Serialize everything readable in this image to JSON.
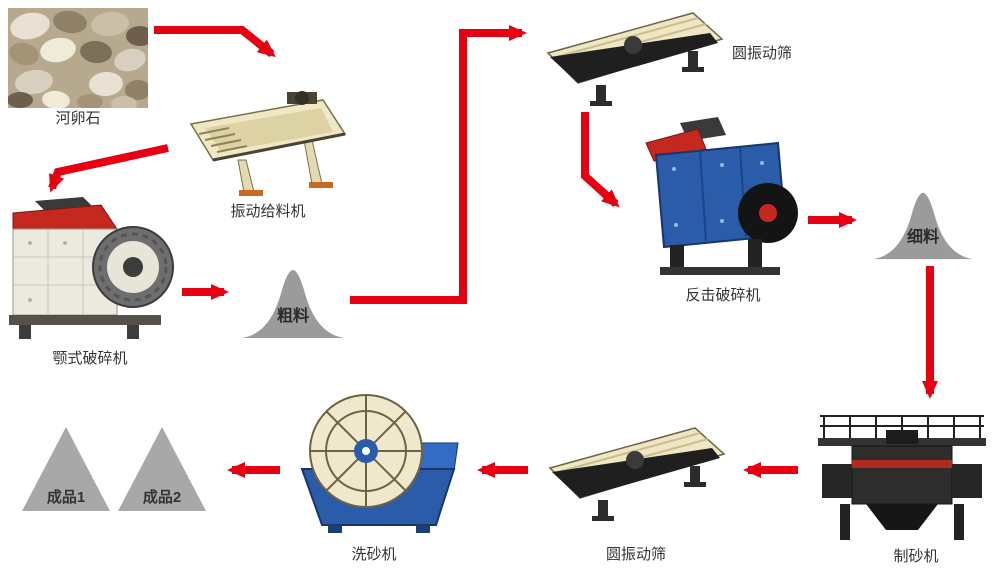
{
  "labels": {
    "pebbles": "河卵石",
    "feeder": "振动给料机",
    "jaw_crusher": "颚式破碎机",
    "coarse": "粗料",
    "screen_top": "圆振动筛",
    "impact_crusher": "反击破碎机",
    "fine": "细料",
    "sand_maker": "制砂机",
    "screen_bottom": "圆振动筛",
    "washer": "洗砂机",
    "product1": "成品1",
    "product2": "成品2"
  },
  "flow": [
    {
      "from": "河卵石",
      "to": "振动给料机"
    },
    {
      "from": "振动给料机",
      "to": "颚式破碎机"
    },
    {
      "from": "颚式破碎机",
      "to": "粗料"
    },
    {
      "from": "粗料",
      "to": "圆振动筛"
    },
    {
      "from": "圆振动筛",
      "to": "反击破碎机"
    },
    {
      "from": "反击破碎机",
      "to": "细料"
    },
    {
      "from": "细料",
      "to": "制砂机"
    },
    {
      "from": "制砂机",
      "to": "圆振动筛"
    },
    {
      "from": "圆振动筛",
      "to": "洗砂机"
    },
    {
      "from": "洗砂机",
      "to": "成品1"
    },
    {
      "from": "洗砂机",
      "to": "成品2"
    }
  ],
  "colors": {
    "arrow-color": "#e60012",
    "pile-color": "#9b9b9b",
    "cream": "#f0e7c4",
    "blue": "#2a5caa",
    "dark": "#262626"
  }
}
